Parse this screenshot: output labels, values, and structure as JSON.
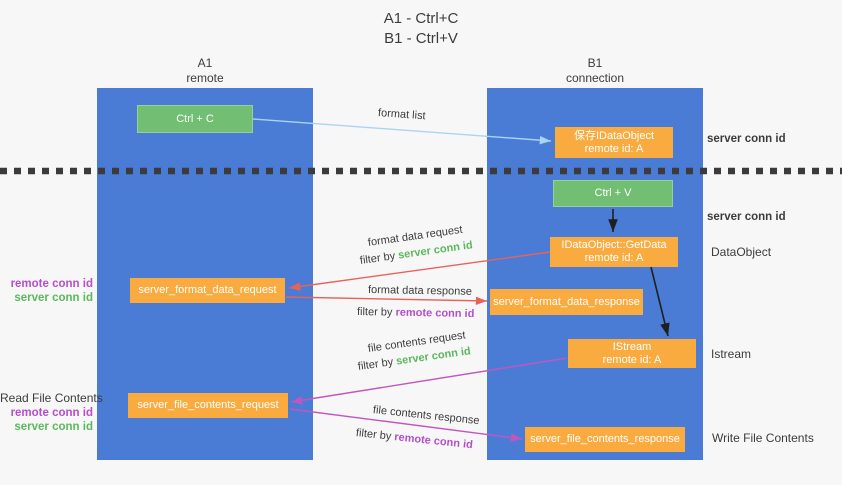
{
  "title": {
    "line1": "A1 - Ctrl+C",
    "line2": "B1 - Ctrl+V"
  },
  "lanes": {
    "left": {
      "name": "A1",
      "subtitle": "remote"
    },
    "right": {
      "name": "B1",
      "subtitle": "connection"
    }
  },
  "nodes": {
    "ctrl_c": "Ctrl + C",
    "ctrl_v": "Ctrl + V",
    "save_dataobject": {
      "line1": "保存IDataObject",
      "line2": "remote id: A"
    },
    "getdata": {
      "line1": "IDataObject::GetData",
      "line2": "remote id: A"
    },
    "istream": {
      "line1": "IStream",
      "line2": "remote id: A"
    },
    "format_request": "server_format_data_request",
    "format_response": "server_format_data_response",
    "file_request": "server_file_contents_request",
    "file_response": "server_file_contents_response"
  },
  "edge_labels": {
    "format_list": "format list",
    "format_data_request": "format data request",
    "format_data_response": "format data response",
    "file_contents_request": "file contents request",
    "file_contents_response": "file contents response",
    "filter_by": "filter by",
    "server_conn_id": "server conn id",
    "remote_conn_id": "remote conn id"
  },
  "side_labels": {
    "right_server_conn_id_top": "server conn id",
    "right_server_conn_id_mid": "server conn id",
    "right_dataobject": "DataObject",
    "right_istream": "Istream",
    "right_write_file_contents": "Write File Contents",
    "left_read_file_contents": "Read File Contents",
    "left_remote_conn_id_format": "remote conn id",
    "left_server_conn_id_format": "server conn id",
    "left_remote_conn_id_file": "remote conn id",
    "left_server_conn_id_file": "server conn id"
  },
  "colors": {
    "lane_blue": "#4a7cd6",
    "node_green": "#72bf74",
    "node_orange": "#f9ab40",
    "arrow_light_blue": "#a9d4f2",
    "arrow_red": "#e8625a",
    "arrow_magenta": "#c356be",
    "arrow_black": "#1f1f1f",
    "text_green": "#5cb85c",
    "text_purple": "#b44fc8",
    "divider_dots": "#3b3b3b"
  }
}
